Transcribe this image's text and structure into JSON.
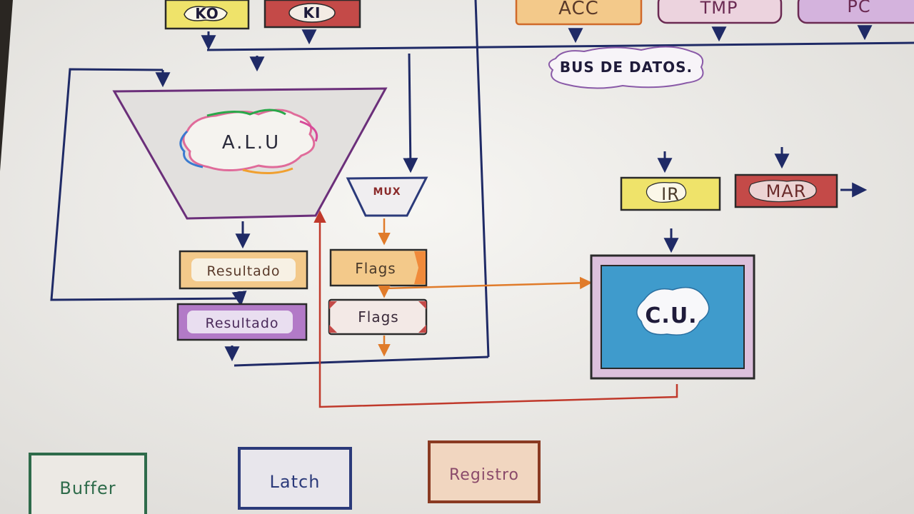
{
  "registers_top": {
    "ko": "KO",
    "ki": "KI",
    "acc": "ACC",
    "tmp": "TMP",
    "pc": "PC"
  },
  "bus_label": "BUS DE DATOS.",
  "alu": {
    "label": "A.L.U"
  },
  "mux": {
    "label": "MUX"
  },
  "resultado_1": "Resultado",
  "resultado_2": "Resultado",
  "flags_1": "Flags",
  "flags_2": "Flags",
  "ir": "IR",
  "mar": "MAR",
  "cu": "C.U.",
  "legend": {
    "buffer": "Buffer",
    "latch": "Latch",
    "registro": "Registro"
  },
  "colors": {
    "paper": "#f1f0ed",
    "navy": "#1f2a66",
    "orange_arrow": "#e07b2a",
    "red_line": "#c0392b",
    "buffer_border": "#2e6b4a",
    "latch_border": "#2b3a7a",
    "registro_border": "#8a3a22",
    "yellow_fill": "#efe36a",
    "red_fill": "#c44a48",
    "orange_fill": "#f3c98a",
    "purple_fill": "#b27ac7",
    "pink_fill": "#ecd3de",
    "cu_fill": "#3f9bcc"
  }
}
